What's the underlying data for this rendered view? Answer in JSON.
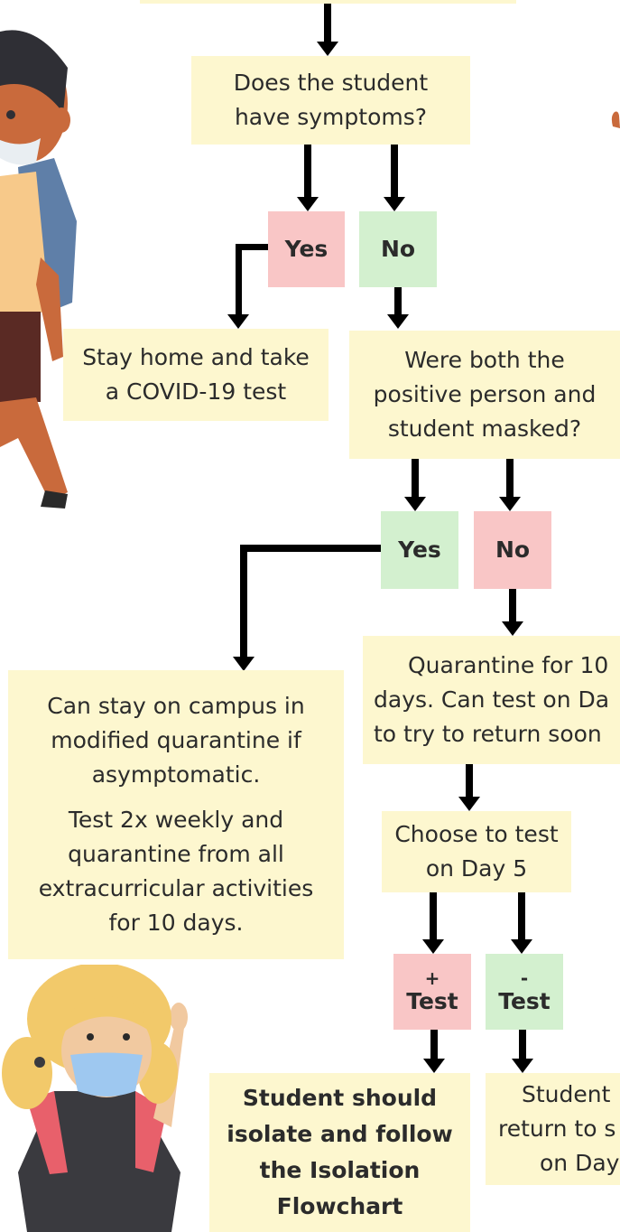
{
  "colors": {
    "question_box": "#fdf7cf",
    "yes_box_symptoms": "#f9c6c6",
    "no_box_symptoms": "#d3f0cf",
    "yes_box_masked": "#d3f0cf",
    "no_box_masked": "#f9c6c6",
    "positive_test_box": "#f9c6c6",
    "negative_test_box": "#d3f0cf",
    "arrow": "#000000"
  },
  "q_symptoms": {
    "line1": "Does the student",
    "line2": "have symptoms?"
  },
  "symptoms_yes": "Yes",
  "symptoms_no": "No",
  "stay_home": {
    "line1": "Stay home and take",
    "line2": "a COVID-19  test"
  },
  "q_masked": {
    "line1": "Were both the",
    "line2": "positive person and",
    "line3": "student masked?"
  },
  "masked_yes": "Yes",
  "masked_no": "No",
  "campus": {
    "p1_line1": "Can stay on campus in",
    "p1_line2": "modified quarantine if",
    "p1_line3": "asymptomatic.",
    "p2_line1": "Test 2x weekly and",
    "p2_line2": "quarantine from all",
    "p2_line3": "extracurricular activities",
    "p2_line4": "for 10 days."
  },
  "quarantine": {
    "line1": "Quarantine for 10",
    "line2": "days. Can test on Da",
    "line3": "to try to return soon"
  },
  "choose_test": {
    "line1": "Choose to test",
    "line2": "on Day 5"
  },
  "test_positive": {
    "sign": "+",
    "label": "Test"
  },
  "test_negative": {
    "sign": "-",
    "label": "Test"
  },
  "isolate": {
    "line1": "Student should",
    "line2": "isolate and follow",
    "line3": "the Isolation",
    "line4": "Flowchart"
  },
  "return": {
    "line1": "Student",
    "line2": "return to s",
    "line3": "on Day"
  },
  "illustrations": [
    "boy-with-backpack-illustration",
    "girl-with-mask-waving-illustration"
  ]
}
